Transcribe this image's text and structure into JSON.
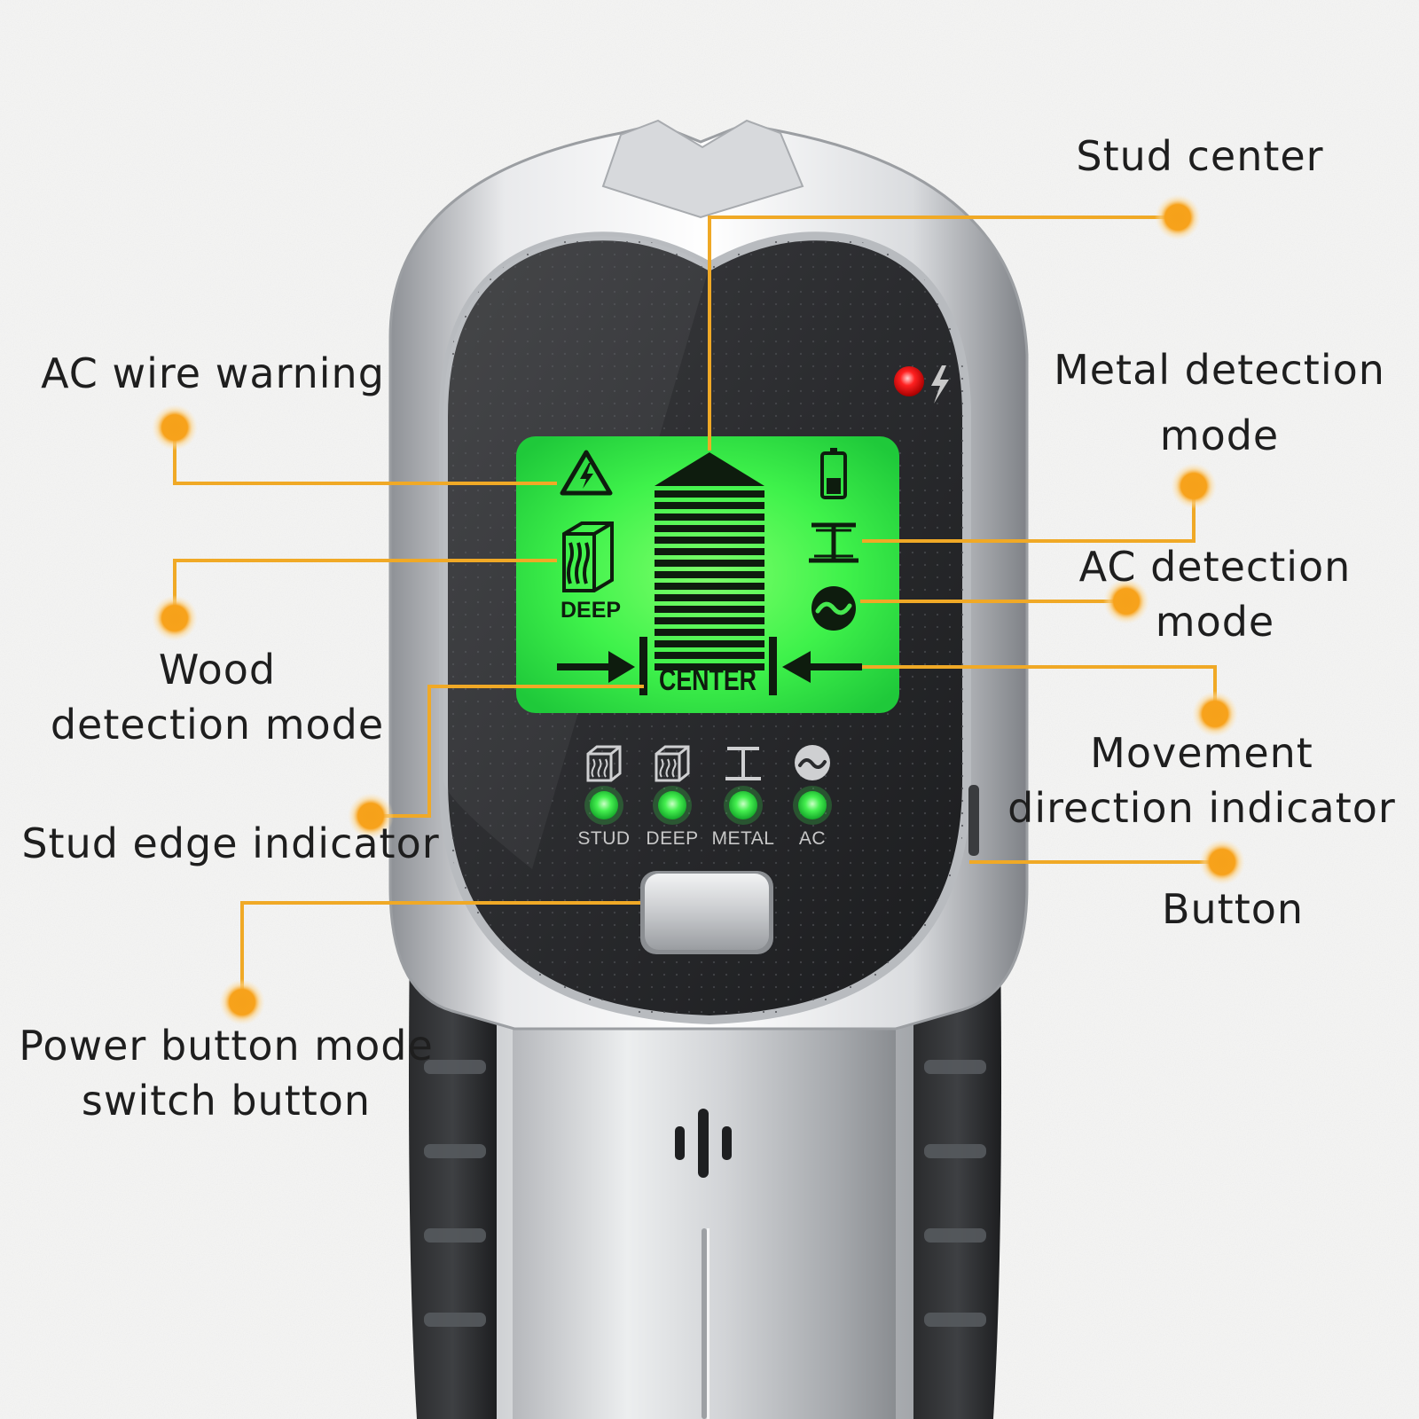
{
  "callouts": {
    "stud_center": [
      "Stud center"
    ],
    "ac_wire_warning": [
      "AC wire warning"
    ],
    "metal_detection_mode": [
      "Metal detection",
      "mode"
    ],
    "ac_detection_mode": [
      "AC detection",
      "mode"
    ],
    "wood_detection_mode": [
      "Wood",
      "detection mode"
    ],
    "movement_direction_indicator": [
      "Movement",
      "direction indicator"
    ],
    "stud_edge_indicator": [
      "Stud edge indicator"
    ],
    "button": [
      "Button"
    ],
    "power_button_mode_switch": [
      "Power button mode",
      "switch button"
    ]
  },
  "lcd": {
    "deep_label": "DEEP",
    "center_label": "CENTER"
  },
  "leds": [
    {
      "label": "STUD",
      "icon": "wood-icon"
    },
    {
      "label": "DEEP",
      "icon": "wood-deep-icon"
    },
    {
      "label": "METAL",
      "icon": "i-beam-icon"
    },
    {
      "label": "AC",
      "icon": "ac-wave-icon"
    }
  ],
  "colors": {
    "callout_line": "#f0a926",
    "callout_dot": "#f7a21b",
    "lcd_green": "#3df04a",
    "led_green": "#38e24a",
    "ac_warning_led": "#ff1a1a"
  }
}
